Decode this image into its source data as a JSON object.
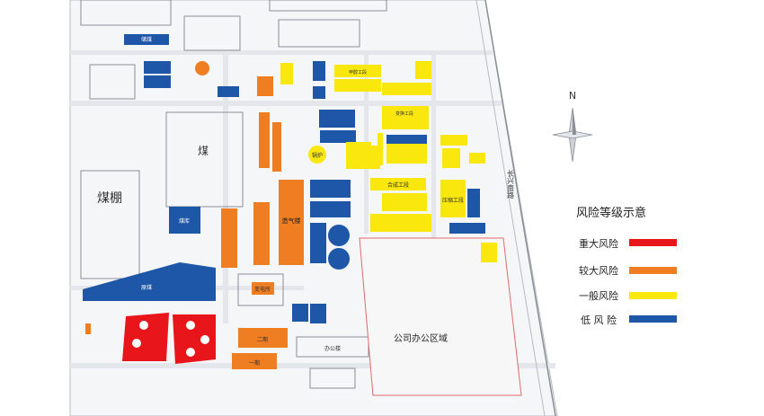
{
  "colors": {
    "major": "#e8161b",
    "high": "#ef7d22",
    "general": "#f9e70e",
    "low": "#1e56a8",
    "road": "#d9dde3",
    "outline": "#8a8f96",
    "office_border": "#e06a6a"
  },
  "compass": {
    "north": "N"
  },
  "legend": {
    "title": "风险等级示意",
    "items": [
      {
        "label": "重大风险",
        "level": "major"
      },
      {
        "label": "较大风险",
        "level": "high"
      },
      {
        "label": "一般风险",
        "level": "general"
      },
      {
        "label": "低 风 险",
        "level": "low"
      }
    ]
  },
  "areas": {
    "coal_shed": "煤棚",
    "coal_pile": "煤",
    "office_zone": "公司办公区域",
    "gasifier": "造气楼",
    "road_east": "长兴南路"
  },
  "buildings": {
    "b1": "原煤",
    "b2": "储煤",
    "b3": "煤库",
    "b4": "合成工段",
    "b5": "压缩工段",
    "b6": "变换工段",
    "b7": "锅炉",
    "b8": "二期",
    "b9": "一期",
    "b10": "变电所",
    "b11": "办公楼",
    "b12": "甲醇工段"
  }
}
